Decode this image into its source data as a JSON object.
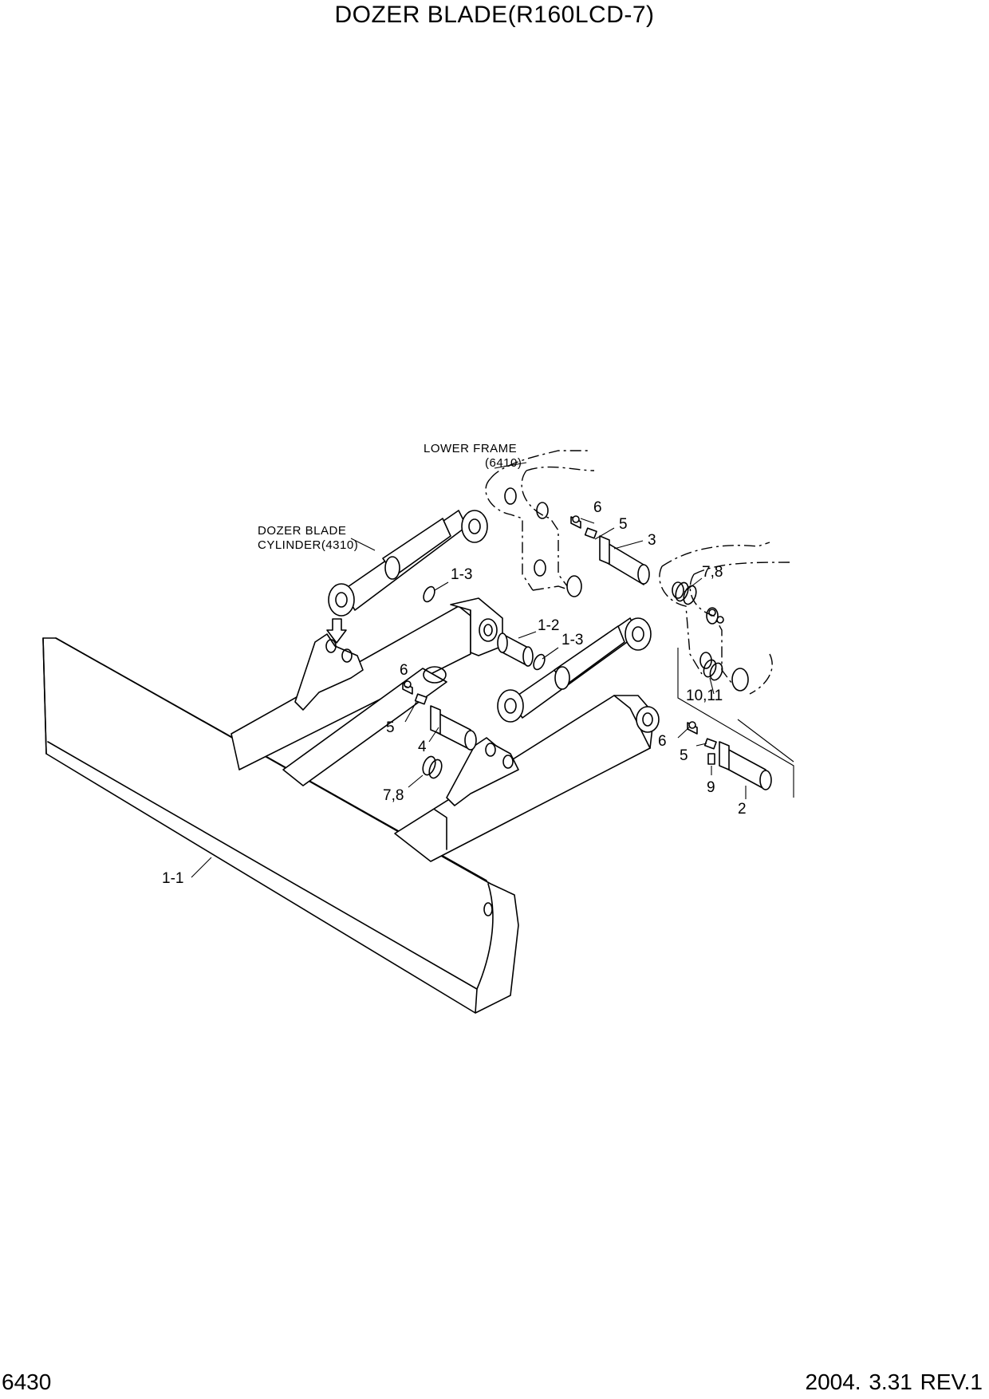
{
  "header": {
    "title": "DOZER BLADE(R160LCD-7)"
  },
  "footer": {
    "page_number": "6430",
    "revision": "2004. 3.31  REV.1"
  },
  "references": {
    "lower_frame_name": "LOWER FRAME",
    "lower_frame_code": "(6410)",
    "cylinder_name": "DOZER BLADE",
    "cylinder_code": "CYLINDER(4310)"
  },
  "callouts": {
    "c6a": "6",
    "c5a": "5",
    "c3": "3",
    "c78a": "7,8",
    "c13a": "1-3",
    "c12": "1-2",
    "c13b": "1-3",
    "c6b": "6",
    "c5b": "5",
    "c4": "4",
    "c1011": "10,11",
    "c6c": "6",
    "c5c": "5",
    "c9": "9",
    "c2": "2",
    "c78b": "7,8",
    "c11": "1-1"
  }
}
